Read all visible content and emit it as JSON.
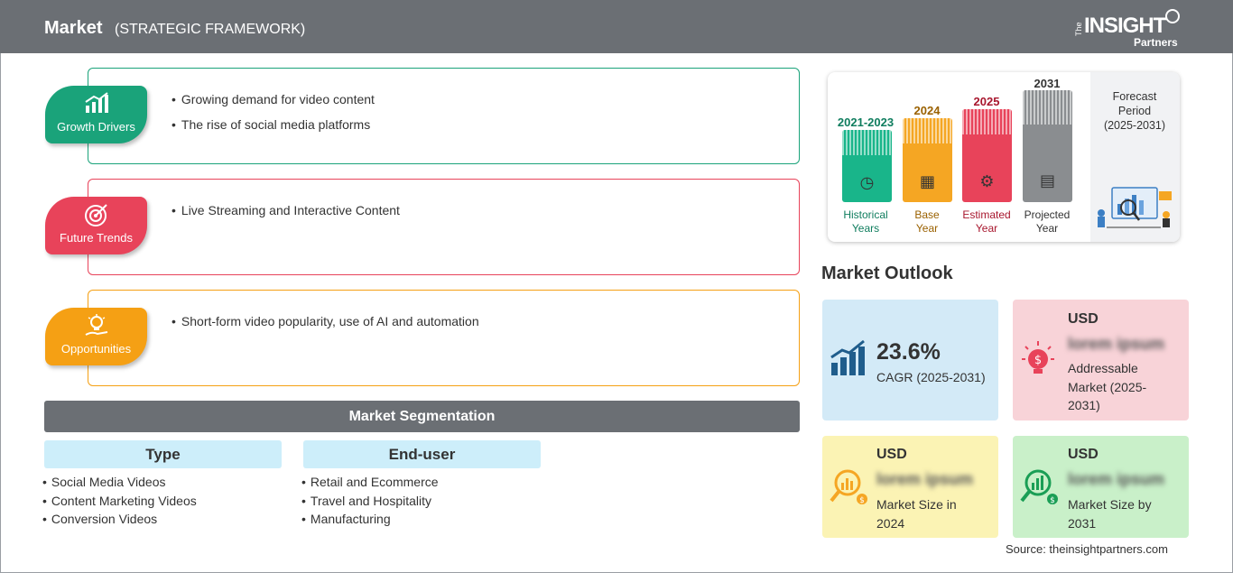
{
  "header": {
    "title": "Market",
    "subtitle": "(STRATEGIC FRAMEWORK)",
    "logo_the": "The",
    "logo_insight": "INSIGHT",
    "logo_partners": "Partners"
  },
  "framework": [
    {
      "label": "Growth Drivers",
      "color": "#1aa37a",
      "icon": "growth-chart-icon",
      "points": [
        "Growing demand for video content",
        "The rise of social media platforms"
      ]
    },
    {
      "label": "Future Trends",
      "color": "#e8435a",
      "icon": "target-icon",
      "points": [
        "Live Streaming and Interactive Content"
      ]
    },
    {
      "label": "Opportunities",
      "color": "#f5a014",
      "icon": "lightbulb-hand-icon",
      "points": [
        "Short-form video popularity, use of AI and automation"
      ]
    }
  ],
  "segmentation": {
    "title": "Market Segmentation",
    "columns": [
      {
        "head": "Type",
        "items": [
          "Social Media Videos",
          "Content Marketing Videos",
          "Conversion Videos"
        ]
      },
      {
        "head": "End-user",
        "items": [
          "Retail and Ecommerce",
          "Travel and Hospitality",
          "Manufacturing"
        ]
      }
    ]
  },
  "timeline": {
    "bars": [
      {
        "year": "2021-2023",
        "label_line1": "Historical",
        "label_line2": "Years",
        "color": "#19b58a",
        "text_color": "#0f7d5e",
        "icon": "history-icon"
      },
      {
        "year": "2024",
        "label_line1": "Base",
        "label_line2": "Year",
        "color": "#f5a623",
        "text_color": "#9a6100",
        "icon": "calendar-icon"
      },
      {
        "year": "2025",
        "label_line1": "Estimated",
        "label_line2": "Year",
        "color": "#e8435a",
        "text_color": "#a8172e",
        "icon": "estimate-chart-icon"
      },
      {
        "year": "2031",
        "label_line1": "Projected",
        "label_line2": "Year",
        "color": "#8a8d90",
        "text_color": "#333333",
        "icon": "projection-board-icon"
      }
    ],
    "forecast_line1": "Forecast",
    "forecast_line2": "Period",
    "forecast_range": "(2025-2031)"
  },
  "outlook": {
    "title": "Market Outlook",
    "cagr": {
      "value": "23.6%",
      "label": "CAGR (2025-2031)",
      "bg": "#d3eaf7"
    },
    "addressable": {
      "usd": "USD",
      "value": "lorem ipsum",
      "line1": "Addressable",
      "line2": "Market (2025-",
      "line3": "2031)",
      "bg": "#f8d3d8"
    },
    "size2024": {
      "usd": "USD",
      "value": "lorem ipsum",
      "line1": "Market Size in",
      "line2": "2024",
      "bg": "#fbf3b4"
    },
    "size2031": {
      "usd": "USD",
      "value": "lorem ipsum",
      "line1": "Market Size by",
      "line2": "2031",
      "bg": "#c9f0c9"
    }
  },
  "source": "Source: theinsightpartners.com"
}
